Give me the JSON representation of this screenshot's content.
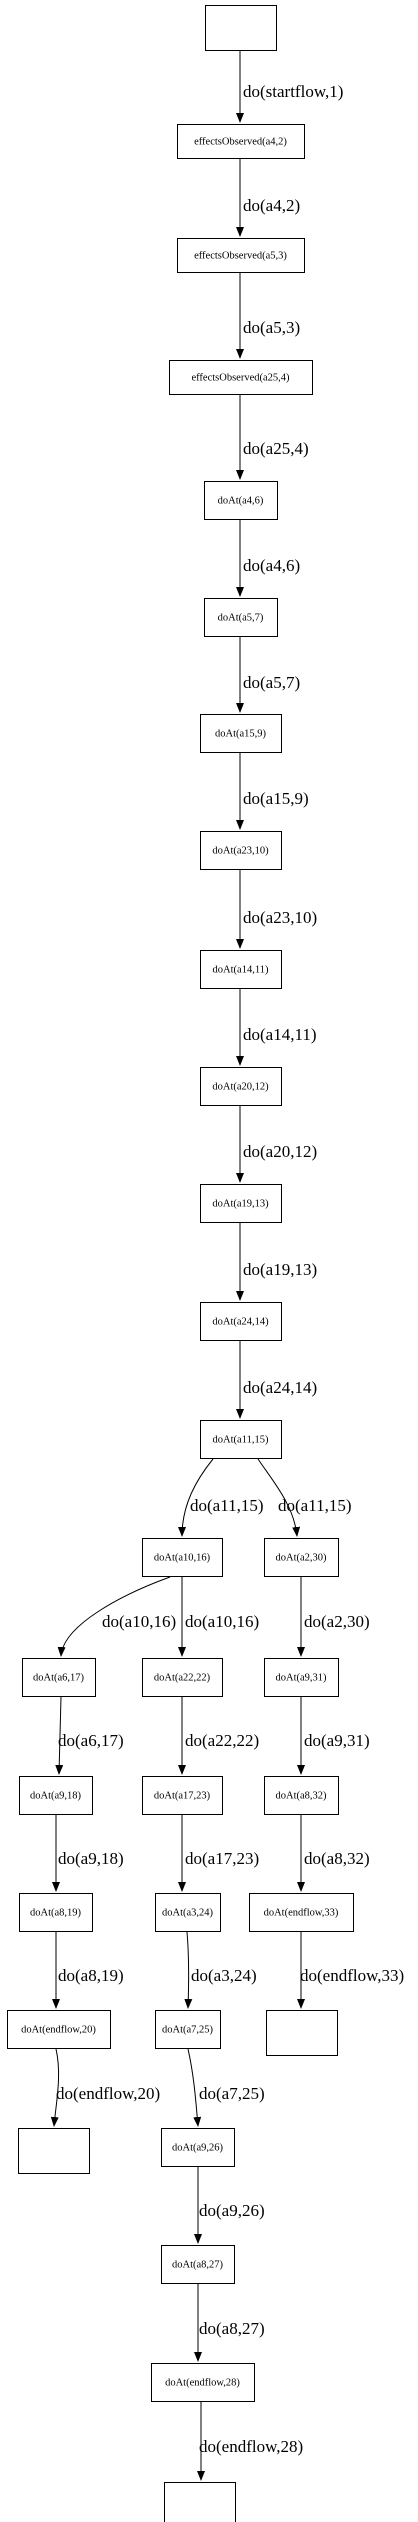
{
  "nodes": [
    {
      "id": "start",
      "label": ""
    },
    {
      "id": "n1",
      "label": "effectsObserved(a4,2)"
    },
    {
      "id": "n2",
      "label": "effectsObserved(a5,3)"
    },
    {
      "id": "n3",
      "label": "effectsObserved(a25,4)"
    },
    {
      "id": "n4",
      "label": "doAt(a4,6)"
    },
    {
      "id": "n5",
      "label": "doAt(a5,7)"
    },
    {
      "id": "n6",
      "label": "doAt(a15,9)"
    },
    {
      "id": "n7",
      "label": "doAt(a23,10)"
    },
    {
      "id": "n8",
      "label": "doAt(a14,11)"
    },
    {
      "id": "n9",
      "label": "doAt(a20,12)"
    },
    {
      "id": "n10",
      "label": "doAt(a19,13)"
    },
    {
      "id": "n11",
      "label": "doAt(a24,14)"
    },
    {
      "id": "n12",
      "label": "doAt(a11,15)"
    },
    {
      "id": "n13",
      "label": "doAt(a10,16)"
    },
    {
      "id": "n14",
      "label": "doAt(a2,30)"
    },
    {
      "id": "n15",
      "label": "doAt(a6,17)"
    },
    {
      "id": "n16",
      "label": "doAt(a22,22)"
    },
    {
      "id": "n17",
      "label": "doAt(a9,31)"
    },
    {
      "id": "n18",
      "label": "doAt(a9,18)"
    },
    {
      "id": "n19",
      "label": "doAt(a17,23)"
    },
    {
      "id": "n20",
      "label": "doAt(a8,32)"
    },
    {
      "id": "n21",
      "label": "doAt(a8,19)"
    },
    {
      "id": "n22",
      "label": "doAt(a3,24)"
    },
    {
      "id": "n23",
      "label": "doAt(endflow,33)"
    },
    {
      "id": "n24",
      "label": "doAt(endflow,20)"
    },
    {
      "id": "n25",
      "label": "doAt(a7,25)"
    },
    {
      "id": "n26",
      "label": ""
    },
    {
      "id": "n27",
      "label": ""
    },
    {
      "id": "n28",
      "label": "doAt(a9,26)"
    },
    {
      "id": "n29",
      "label": "doAt(a8,27)"
    },
    {
      "id": "n30",
      "label": "doAt(endflow,28)"
    },
    {
      "id": "n31",
      "label": ""
    }
  ],
  "edges": [
    {
      "from": "start",
      "to": "n1",
      "label": "do(startflow,1)"
    },
    {
      "from": "n1",
      "to": "n2",
      "label": "do(a4,2)"
    },
    {
      "from": "n2",
      "to": "n3",
      "label": "do(a5,3)"
    },
    {
      "from": "n3",
      "to": "n4",
      "label": "do(a25,4)"
    },
    {
      "from": "n4",
      "to": "n5",
      "label": "do(a4,6)"
    },
    {
      "from": "n5",
      "to": "n6",
      "label": "do(a5,7)"
    },
    {
      "from": "n6",
      "to": "n7",
      "label": "do(a15,9)"
    },
    {
      "from": "n7",
      "to": "n8",
      "label": "do(a23,10)"
    },
    {
      "from": "n8",
      "to": "n9",
      "label": "do(a14,11)"
    },
    {
      "from": "n9",
      "to": "n10",
      "label": "do(a20,12)"
    },
    {
      "from": "n10",
      "to": "n11",
      "label": "do(a19,13)"
    },
    {
      "from": "n11",
      "to": "n12",
      "label": "do(a24,14)"
    },
    {
      "from": "n12",
      "to": "n13",
      "label": "do(a11,15)"
    },
    {
      "from": "n12",
      "to": "n14",
      "label": "do(a11,15)"
    },
    {
      "from": "n13",
      "to": "n15",
      "label": "do(a10,16)"
    },
    {
      "from": "n13",
      "to": "n16",
      "label": "do(a10,16)"
    },
    {
      "from": "n14",
      "to": "n17",
      "label": "do(a2,30)"
    },
    {
      "from": "n15",
      "to": "n18",
      "label": "do(a6,17)"
    },
    {
      "from": "n16",
      "to": "n19",
      "label": "do(a22,22)"
    },
    {
      "from": "n17",
      "to": "n20",
      "label": "do(a9,31)"
    },
    {
      "from": "n18",
      "to": "n21",
      "label": "do(a9,18)"
    },
    {
      "from": "n19",
      "to": "n22",
      "label": "do(a17,23)"
    },
    {
      "from": "n20",
      "to": "n23",
      "label": "do(a8,32)"
    },
    {
      "from": "n21",
      "to": "n24",
      "label": "do(a8,19)"
    },
    {
      "from": "n22",
      "to": "n25",
      "label": "do(a3,24)"
    },
    {
      "from": "n23",
      "to": "n26",
      "label": "do(endflow,33)"
    },
    {
      "from": "n24",
      "to": "n27",
      "label": "do(endflow,20)"
    },
    {
      "from": "n25",
      "to": "n28",
      "label": "do(a7,25)"
    },
    {
      "from": "n28",
      "to": "n29",
      "label": "do(a9,26)"
    },
    {
      "from": "n29",
      "to": "n30",
      "label": "do(a8,27)"
    },
    {
      "from": "n30",
      "to": "n31",
      "label": "do(endflow,28)"
    }
  ]
}
